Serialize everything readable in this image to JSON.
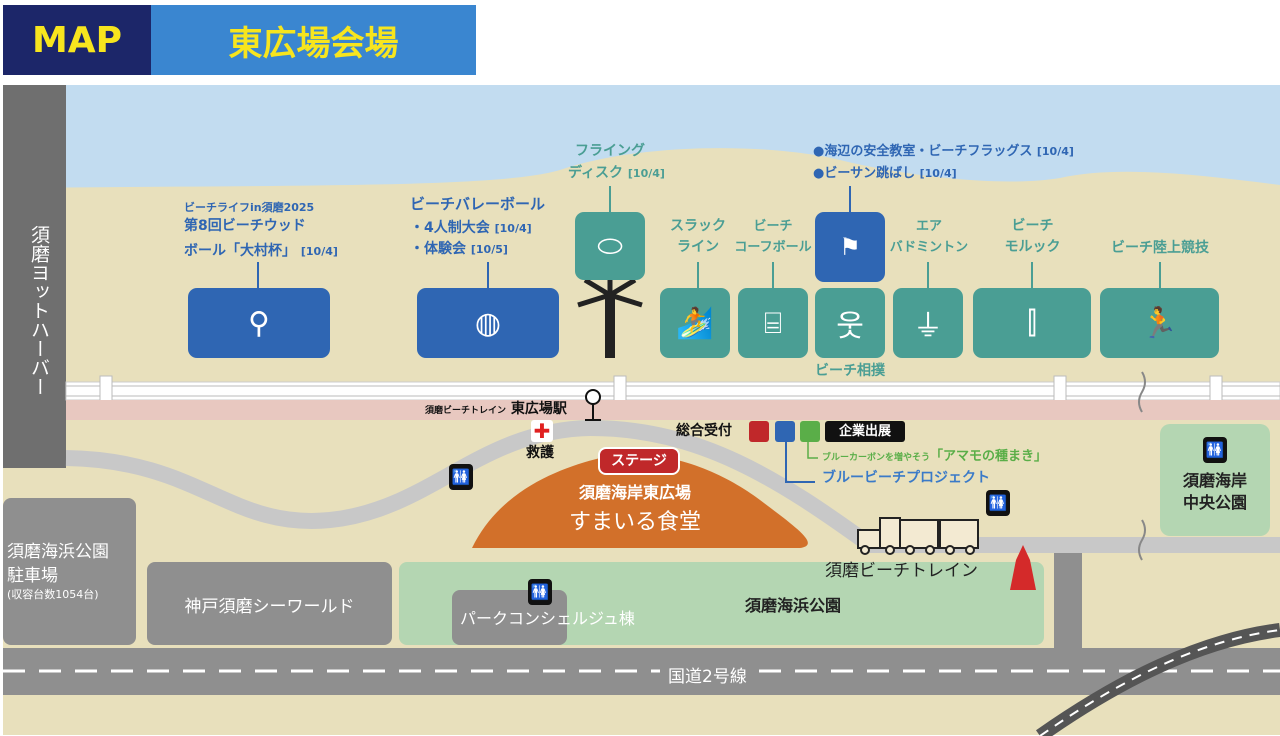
{
  "header": {
    "map_label": "MAP",
    "title": "東広場会場"
  },
  "colors": {
    "sea": "#c2dcf0",
    "sand": "#e8e0bc",
    "blue": "#2f66b3",
    "teal": "#4a9e94",
    "stage": "#d2702a",
    "park": "#b4d6b2",
    "gray": "#8f8f8f"
  },
  "events": {
    "woodball": {
      "sub": "ビーチライフin須磨2025",
      "line1": "第8回ビーチウッド",
      "line2": "ボール「大村杯」",
      "date": "[10/4]",
      "icon": "woodball-mallet-icon"
    },
    "volleyball": {
      "title": "ビーチバレーボール",
      "line1": "・4人制大会",
      "date1": "[10/4]",
      "line2": "・体験会",
      "date2": "[10/5]",
      "icon": "volleyball-icon"
    },
    "frisbee": {
      "line1": "フライング",
      "line2": "ディスク",
      "date": "[10/4]",
      "icon": "frisbee-icon"
    },
    "safety": {
      "line1": "●海辺の安全教室・ビーチフラッグス",
      "date1": "[10/4]",
      "line2": "●ビーサン跳ばし",
      "date2": "[10/4]",
      "icon": "flag-sandals-icon"
    },
    "slackline": {
      "line1": "スラック",
      "line2": "ライン",
      "icon": "slackline-icon"
    },
    "korfball": {
      "line1": "ビーチ",
      "line2": "コーフボール",
      "icon": "korfball-icon"
    },
    "sumo": {
      "label": "ビーチ相撲",
      "icon": "sumo-icon"
    },
    "badminton": {
      "line1": "エア",
      "line2": "バドミントン",
      "icon": "shuttlecock-icon"
    },
    "molkky": {
      "line1": "ビーチ",
      "line2": "モルック",
      "icon": "molkky-icon"
    },
    "athletics": {
      "label": "ビーチ陸上競技",
      "icon": "runner-icon"
    }
  },
  "places": {
    "yacht_harbor": "須磨ヨットハーバー",
    "station_small": "須磨ビーチトレイン",
    "station": "東広場駅",
    "first_aid": "救護",
    "reception": "総合受付",
    "corporate": "企業出展",
    "amamo_small": "ブルーカーボンを増やそう",
    "amamo": "「アマモの種まき」",
    "blue_beach": "ブルービーチプロジェクト",
    "stage": "ステージ",
    "plaza_line1": "須磨海岸東広場",
    "plaza_line2": "すまいる食堂",
    "parking_line1": "須磨海浜公園",
    "parking_line2": "駐車場",
    "parking_cap": "(収容台数1054台)",
    "seaworld": "神戸須磨シーワールド",
    "concierge": "パークコンシェルジュ棟",
    "seaside_park": "須磨海浜公園",
    "train": "須磨ビーチトレイン",
    "central_park_line1": "須磨海岸",
    "central_park_line2": "中央公園",
    "route2": "国道2号線"
  }
}
